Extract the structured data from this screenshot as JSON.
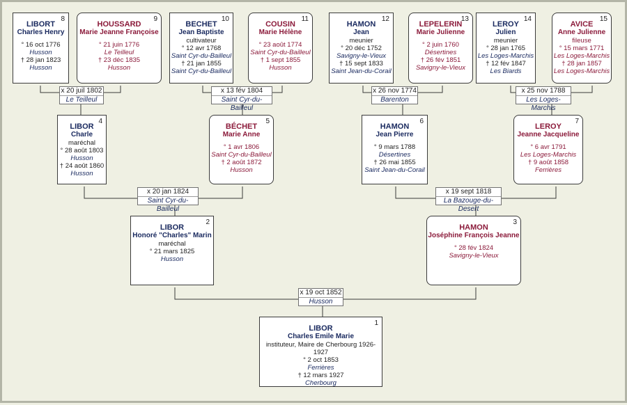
{
  "people": {
    "p1": {
      "num": "1",
      "surname": "LIBOR",
      "given": "Charles Emile Marie",
      "occupation": "instituteur, Maire de Cherbourg 1926-1927",
      "birth": "° 2 oct 1853",
      "birth_place": "Ferrières",
      "death": "† 12 mars 1927",
      "death_place": "Cherbourg"
    },
    "p2": {
      "num": "2",
      "surname": "LIBOR",
      "given": "Honoré \"Charles\" Marin",
      "occupation": "maréchal",
      "birth": "° 21 mars 1825",
      "birth_place": "Husson"
    },
    "p3": {
      "num": "3",
      "surname": "HAMON",
      "given": "Joséphine François Jeanne",
      "birth": "° 28 fév 1824",
      "birth_place": "Savigny-le-Vieux"
    },
    "p4": {
      "num": "4",
      "surname": "LIBOR",
      "given": "Charle",
      "occupation": "maréchal",
      "birth": "° 28 août 1803",
      "birth_place": "Husson",
      "death": "† 24 août 1860",
      "death_place": "Husson"
    },
    "p5": {
      "num": "5",
      "surname": "BÉCHET",
      "given": "Marie Anne",
      "birth": "° 1 avr 1806",
      "birth_place": "Saint Cyr-du-Bailleul",
      "death": "† 2 août 1872",
      "death_place": "Husson"
    },
    "p6": {
      "num": "6",
      "surname": "HAMON",
      "given": "Jean Pierre",
      "birth": "° 9 mars 1788",
      "birth_place": "Désertines",
      "death": "† 26 mai 1855",
      "death_place": "Saint Jean-du-Corail"
    },
    "p7": {
      "num": "7",
      "surname": "LEROY",
      "given": "Jeanne Jacqueline",
      "birth": "° 6 avr 1791",
      "birth_place": "Les Loges-Marchis",
      "death": "† 9 août 1858",
      "death_place": "Ferrières"
    },
    "p8": {
      "num": "8",
      "surname": "LIBORT",
      "given": "Charles Henry",
      "birth": "° 16 oct 1776",
      "birth_place": "Husson",
      "death": "† 28 jan 1823",
      "death_place": "Husson"
    },
    "p9": {
      "num": "9",
      "surname": "HOUSSARD",
      "given": "Marie Jeanne Françoise",
      "birth": "° 21 juin 1776",
      "birth_place": "Le Teilleul",
      "death": "† 23 déc 1835",
      "death_place": "Husson"
    },
    "p10": {
      "num": "10",
      "surname": "BECHET",
      "given": "Jean Baptiste",
      "occupation": "cultivateur",
      "birth": "° 12 avr 1768",
      "birth_place": "Saint Cyr-du-Bailleul",
      "death": "† 21 jan 1855",
      "death_place": "Saint Cyr-du-Bailleul"
    },
    "p11": {
      "num": "11",
      "surname": "COUSIN",
      "given": "Marie Hélène",
      "birth": "° 23 août 1774",
      "birth_place": "Saint Cyr-du-Bailleul",
      "death": "† 1 sept 1855",
      "death_place": "Husson"
    },
    "p12": {
      "num": "12",
      "surname": "HAMON",
      "given": "Jean",
      "occupation": "meunier",
      "birth": "° 20 déc 1752",
      "birth_place": "Savigny-le-Vieux",
      "death": "† 15 sept 1833",
      "death_place": "Saint Jean-du-Corail"
    },
    "p13": {
      "num": "13",
      "surname": "LEPELERIN",
      "given": "Marie Julienne",
      "birth": "° 2 juin 1760",
      "birth_place": "Désertines",
      "death": "† 26 fév 1851",
      "death_place": "Savigny-le-Vieux"
    },
    "p14": {
      "num": "14",
      "surname": "LEROY",
      "given": "Julien",
      "occupation": "meunier",
      "birth": "° 28 jan 1765",
      "birth_place": "Les Loges-Marchis",
      "death": "† 12 fév 1847",
      "death_place": "Les Biards"
    },
    "p15": {
      "num": "15",
      "surname": "AVICE",
      "given": "Anne Julienne",
      "occupation": "fileuse",
      "birth": "° 15 mars 1771",
      "birth_place": "Les Loges-Marchis",
      "death": "† 28 jan 1857",
      "death_place": "Les Loges-Marchis"
    }
  },
  "marriages": {
    "m1": {
      "date": "x 19 oct 1852",
      "place": "Husson"
    },
    "m2": {
      "date": "x 20 jan 1824",
      "place": "Saint Cyr-du-Bailleul"
    },
    "m3": {
      "date": "x 19 sept 1818",
      "place": "La Bazouge-du-Desert"
    },
    "m4": {
      "date": "x 20 juil 1802",
      "place": "Le Teilleul"
    },
    "m5": {
      "date": "x 13 fév 1804",
      "place": "Saint Cyr-du-Bailleul"
    },
    "m6": {
      "date": "x 26 nov 1774",
      "place": "Barenton"
    },
    "m7": {
      "date": "x 25 nov 1788",
      "place": "Les Loges-Marchis"
    }
  },
  "colors": {
    "background": "#eff0e3",
    "male_text": "#1b2b60",
    "female_text": "#8b1a3a",
    "line": "#3a3a3a"
  }
}
